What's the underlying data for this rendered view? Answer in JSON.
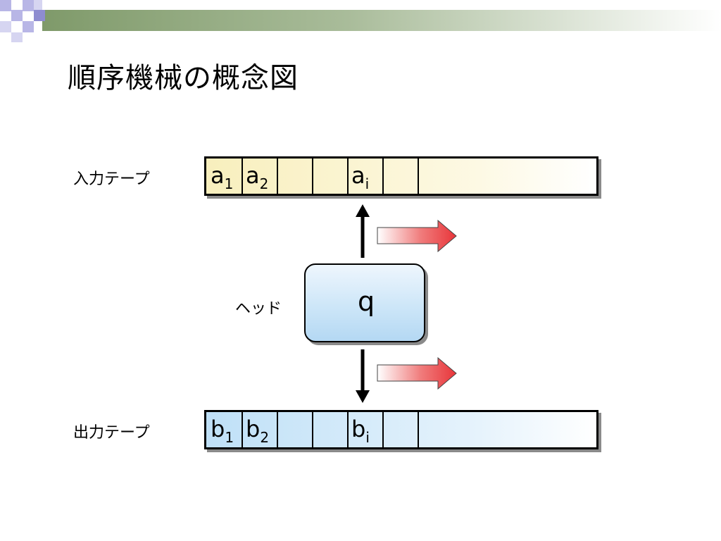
{
  "slide": {
    "title": "順序機械の概念図"
  },
  "input_tape": {
    "label": "入力テープ",
    "symbols": [
      {
        "base": "a",
        "sub": "1"
      },
      {
        "base": "a",
        "sub": "2"
      },
      {
        "base": "a",
        "sub": "i"
      }
    ]
  },
  "output_tape": {
    "label": "出力テープ",
    "symbols": [
      {
        "base": "b",
        "sub": "1"
      },
      {
        "base": "b",
        "sub": "2"
      },
      {
        "base": "b",
        "sub": "i"
      }
    ]
  },
  "head": {
    "label": "ヘッド",
    "state": "q"
  },
  "colors": {
    "input_tape_fill": "#f8efbd",
    "output_tape_fill": "#bfe0f7",
    "head_fill": "#cde6f8",
    "move_arrow": "#e8353a",
    "banner_green": "#7f9a6a",
    "banner_lavender": "#b8b6e6"
  },
  "icons": {
    "read_arrow": "arrow-up-icon",
    "write_arrow": "arrow-down-icon",
    "move_arrow": "arrow-right-icon"
  }
}
